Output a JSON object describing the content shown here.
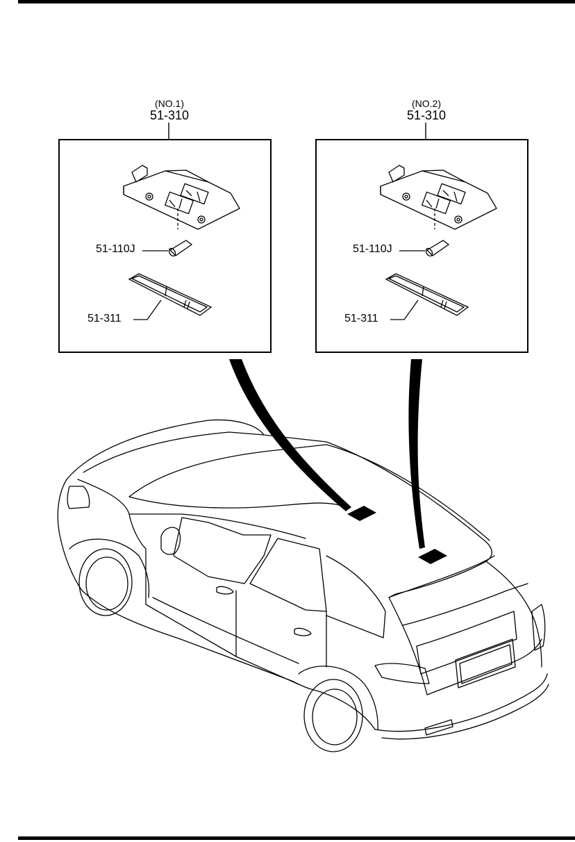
{
  "panels": [
    {
      "position_label": "(NO.1)",
      "assembly_part": "51-310",
      "bulb_part": "51-110J",
      "lens_part": "51-311"
    },
    {
      "position_label": "(NO.2)",
      "assembly_part": "51-310",
      "bulb_part": "51-110J",
      "lens_part": "51-311"
    }
  ],
  "icons": {
    "lamp_assembly": "map-lamp-assembly-drawing",
    "bulb": "wedge-bulb-drawing",
    "lens": "lamp-lens-drawing",
    "vehicle": "suv-vehicle-drawing",
    "location_marker": "lamp-location-marker"
  }
}
